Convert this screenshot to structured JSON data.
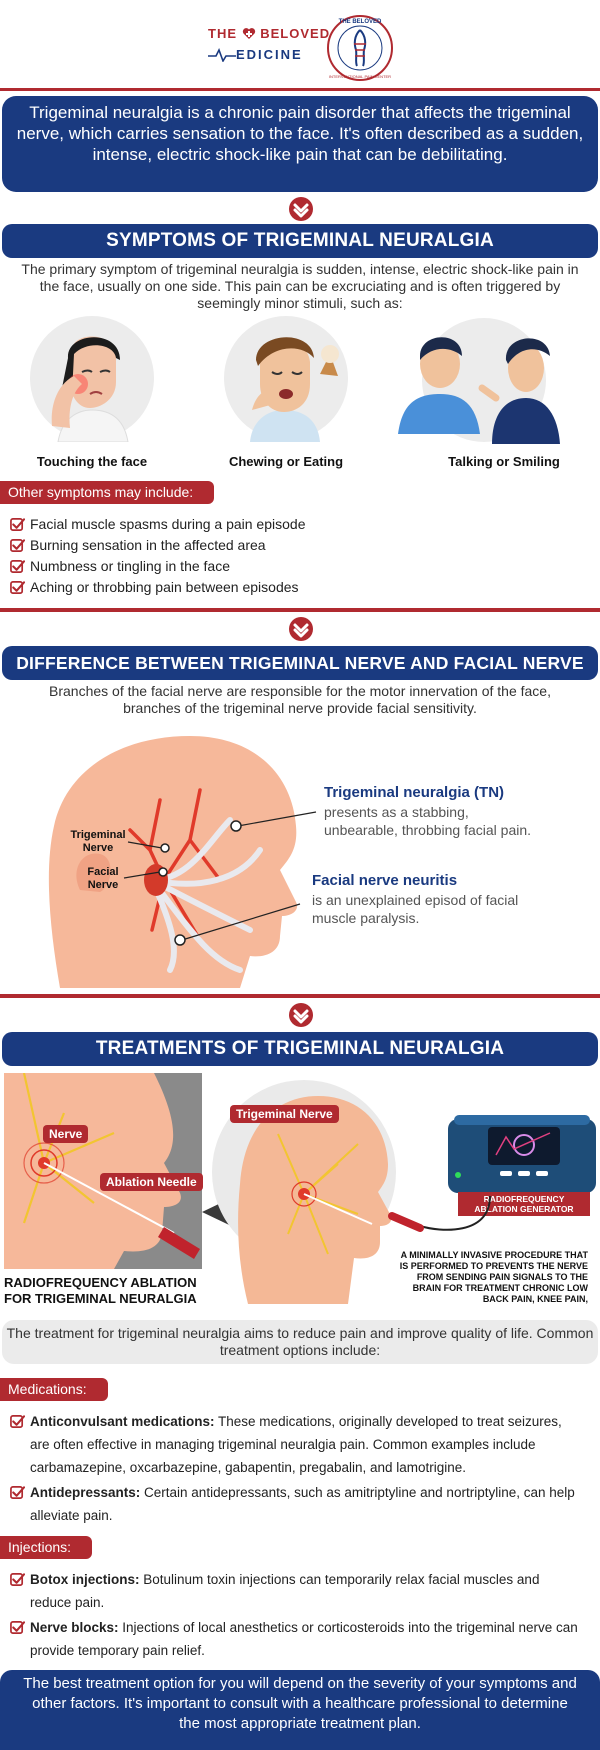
{
  "logo": {
    "brand_line1_a": "THE",
    "brand_line1_b": "BELOVED",
    "brand_line2": "EDICINE",
    "seal_top": "THE BELOVED",
    "seal_bottom": "INTERVENTIONAL PAIN CENTER"
  },
  "intro": "Trigeminal neuralgia is a chronic pain disorder that affects the trigeminal nerve, which carries sensation to the face. It's often described as a sudden, intense, electric shock-like pain that can be debilitating.",
  "symptoms": {
    "title": "SYMPTOMS OF TRIGEMINAL NEURALGIA",
    "description": "The primary symptom of trigeminal neuralgia is sudden, intense, electric shock-like pain in the face, usually on one side. This pain can be excruciating and is often triggered by seemingly minor stimuli, such as:",
    "triggers": [
      "Touching the face",
      "Chewing or Eating",
      "Talking or Smiling"
    ],
    "other_label": "Other symptoms may include:",
    "other": [
      "Facial muscle spasms during a pain episode",
      "Burning sensation in the affected area",
      "Numbness or tingling in the face",
      "Aching or throbbing pain between episodes"
    ]
  },
  "difference": {
    "title": "DIFFERENCE BETWEEN TRIGEMINAL NERVE AND FACIAL NERVE",
    "description": "Branches of the facial nerve are responsible for the motor innervation of the face, branches of the trigeminal nerve provide facial sensitivity.",
    "label_trigeminal": "Trigeminal Nerve",
    "label_facial": "Facial Nerve",
    "tn_title": "Trigeminal neuralgia (TN)",
    "tn_text": "presents as a stabbing, unbearable, throbbing facial pain.",
    "fn_title": "Facial nerve neuritis",
    "fn_text": "is an unexplained episod of facial muscle paralysis."
  },
  "treatments": {
    "title": "TREATMENTS OF TRIGEMINAL NEURALGIA",
    "nerve_label": "Nerve",
    "needle_label": "Ablation Needle",
    "rfa_caption": "RADIOFREQUENCY ABLATION FOR TRIGEMINAL NEURALGIA",
    "trig_nerve_label": "Trigeminal Nerve",
    "generator_label": "RADIOFREQUENCY ABLATION GENERATOR",
    "procedure_note": "A MINIMALLY INVASIVE PROCEDURE THAT IS PERFORMED TO PREVENTS THE NERVE FROM SENDING PAIN SIGNALS TO THE BRAIN FOR TREATMENT CHRONIC LOW BACK PAIN, KNEE PAIN,",
    "intro": "The treatment for trigeminal neuralgia aims to reduce pain and improve quality of life. Common treatment options include:",
    "medications_label": "Medications:",
    "medications": [
      {
        "name": "Anticonvulsant medications:",
        "text": " These medications, originally developed to treat seizures, are often effective in managing trigeminal neuralgia pain. Common examples include carbamazepine, oxcarbazepine, gabapentin, pregabalin, and lamotrigine."
      },
      {
        "name": "Antidepressants:",
        "text": " Certain antidepressants, such as amitriptyline and nortriptyline, can help alleviate pain."
      }
    ],
    "injections_label": "Injections:",
    "injections": [
      {
        "name": "Botox injections:",
        "text": " Botulinum toxin injections can temporarily relax facial muscles and reduce pain."
      },
      {
        "name": "Nerve blocks:",
        "text": " Injections of local anesthetics or corticosteroids into the trigeminal nerve can provide temporary pain relief."
      }
    ]
  },
  "footer": "The best treatment option for you will depend on the severity of your symptoms and other factors. It's important to consult with a healthcare professional to determine the most appropriate treatment plan.",
  "colors": {
    "navy": "#1a3a80",
    "red": "#b02a30"
  }
}
